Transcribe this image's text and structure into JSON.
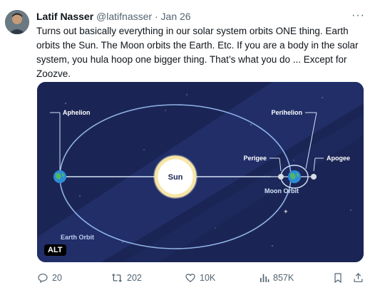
{
  "author": {
    "name": "Latif Nasser",
    "handle": "@latifnasser",
    "separator": "·",
    "date": "Jan 26"
  },
  "more_icon": "more-dots-icon",
  "tweet_lines": [
    "Turns out basically everything in our solar system orbits ONE thing. Earth",
    "orbits the Sun. The Moon orbits the Earth. Etc.  If you are a body in the solar",
    "system, you hula hoop one bigger thing. That’s what you do ... Except for",
    "Zoozve."
  ],
  "diagram": {
    "aphelion": "Aphelion",
    "perihelion": "Perihelion",
    "perigee": "Perigee",
    "apogee": "Apogee",
    "sun": "Sun",
    "moon_orbit": "Moon Orbit",
    "earth_orbit": "Earth Orbit",
    "alt_badge": "ALT",
    "colors": {
      "background": "#1b2555",
      "band": "#22306a",
      "orbit": "#8fb3e6",
      "sun": "#fff6d9"
    }
  },
  "actions": {
    "replies": "20",
    "reposts": "202",
    "likes": "10K",
    "views": "857K",
    "icons": [
      "reply-icon",
      "repost-icon",
      "like-icon",
      "views-icon",
      "bookmark-icon",
      "share-icon"
    ]
  }
}
